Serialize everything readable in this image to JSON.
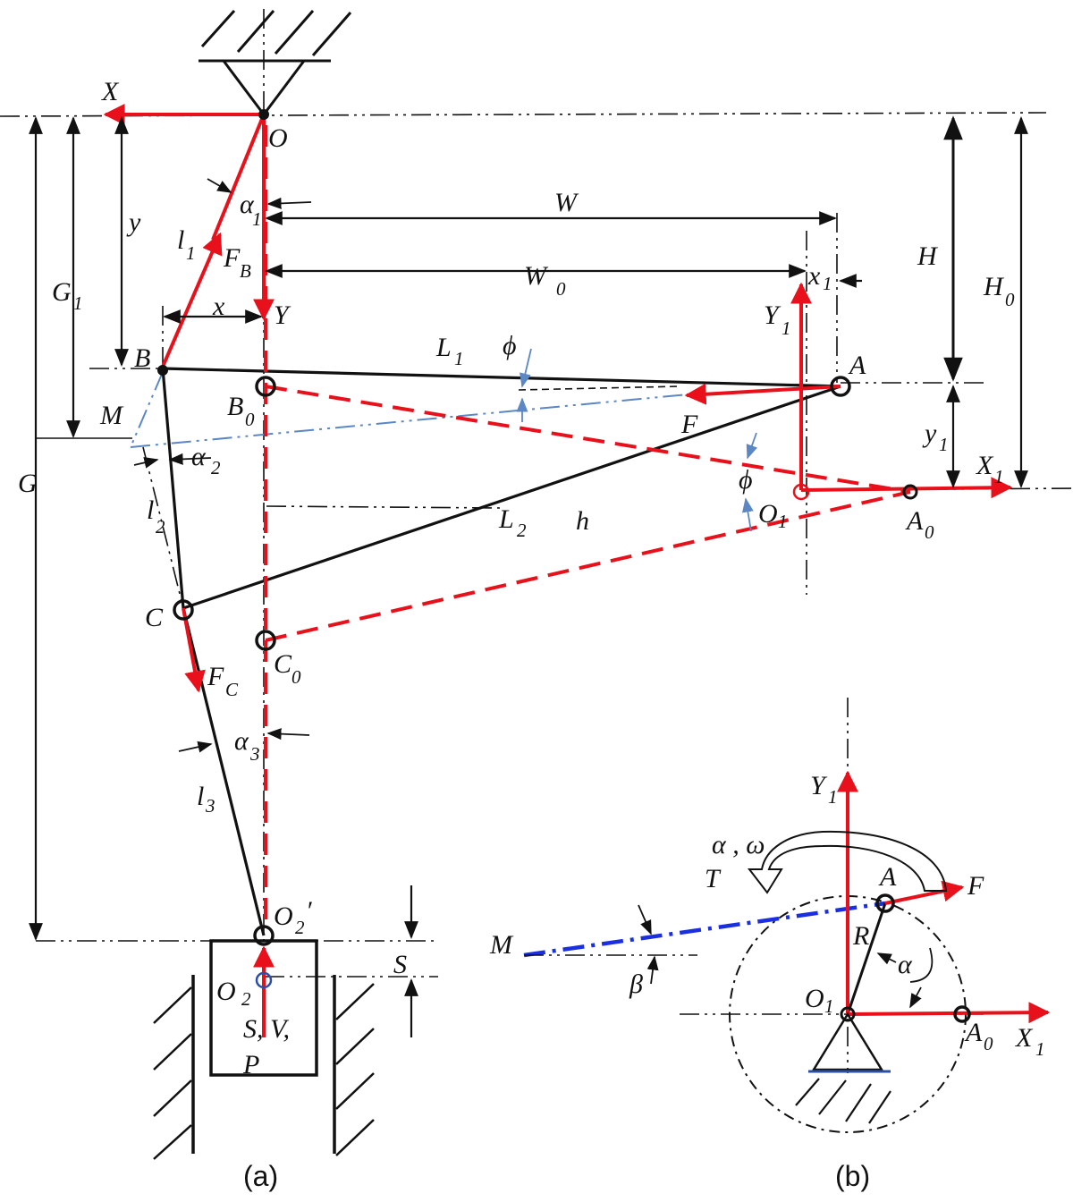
{
  "colors": {
    "ink": "#111111",
    "force": "#e8111b",
    "guide": "#5b87c4",
    "crank_line": "#1a2fe0"
  },
  "labels": {
    "O": "O",
    "X": "X",
    "Y": "Y",
    "y": "y",
    "x": "x",
    "alpha": "α",
    "alpha1_sub": "1",
    "alpha2_sub": "2",
    "alpha3_sub": "3",
    "W": "W",
    "W0": "W",
    "W0_sub": "0",
    "x1": "x",
    "x1_sub": "1",
    "H": "H",
    "H0": "H",
    "H0_sub": "0",
    "l": "l",
    "l1_sub": "1",
    "l2_sub": "2",
    "l3_sub": "3",
    "F": "F",
    "FB_sub": "B",
    "FC_sub": "C",
    "G": "G",
    "G1": "G",
    "G1_sub": "1",
    "B": "B",
    "B0": "B",
    "B0_sub": "0",
    "L": "L",
    "L1_sub": "1",
    "L2_sub": "2",
    "phi": "ϕ",
    "A": "A",
    "A0": "A",
    "A0_sub": "0",
    "Y1": "Y",
    "Y1_sub": "1",
    "X1": "X",
    "X1_sub": "1",
    "y1": "y",
    "y1_sub": "1",
    "O1": "O",
    "O1_sub": "1",
    "M": "M",
    "h": "h",
    "C": "C",
    "C0": "C",
    "C0_sub": "0",
    "O2p": "O",
    "O2p_sub": "2",
    "O2p_prime": "′",
    "O2": "O",
    "O2_sub": "2",
    "S": "S",
    "SVP_line1": "S, V,",
    "SVP_line2": "P",
    "alpha_omega": "α , ω",
    "T": "T",
    "R": "R",
    "beta": "β",
    "a": "α"
  },
  "captions": {
    "a": "(a)",
    "b": "(b)"
  }
}
